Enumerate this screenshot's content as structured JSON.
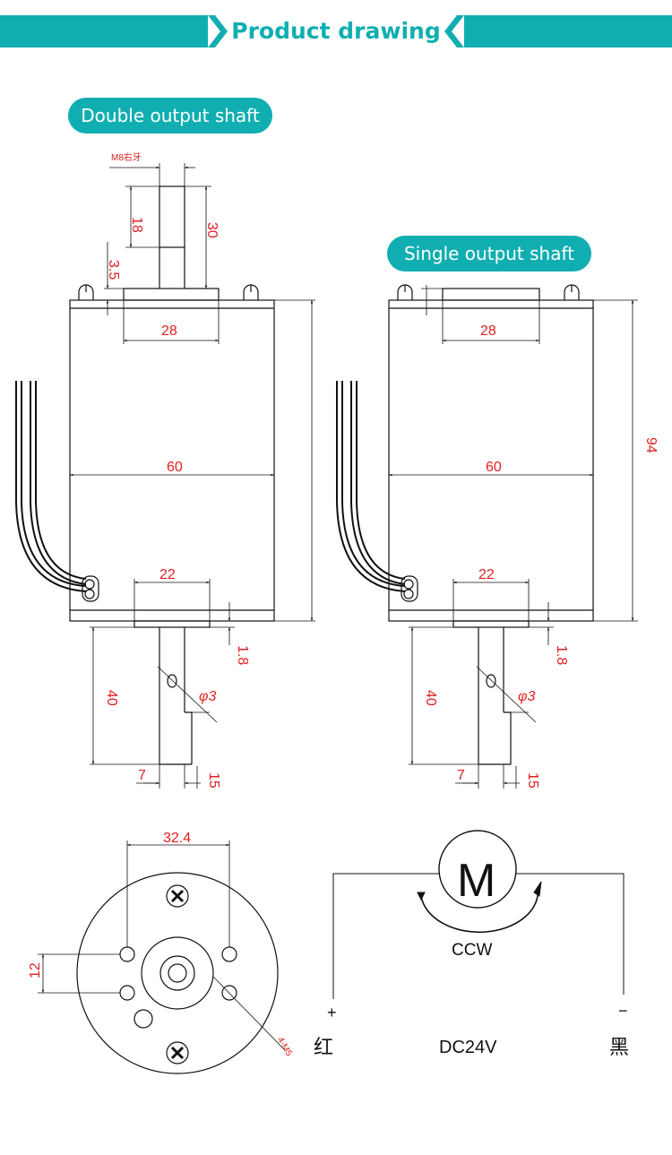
{
  "header": {
    "title": "Product drawing"
  },
  "labels": {
    "double_shaft": "Double output shaft",
    "single_shaft": "Single output shaft"
  },
  "dimensions": {
    "thread": "M8右牙",
    "d18": "18",
    "d30": "30",
    "d3_5": "3.5",
    "d28": "28",
    "d60": "60",
    "d22": "22",
    "d94": "94",
    "d1_8": "1.8",
    "d40": "40",
    "phi3": "φ3",
    "d7": "7",
    "d15": "15",
    "d32_4": "32.4",
    "d12": "12",
    "holes": "4-M5"
  },
  "circuit": {
    "motor": "M",
    "direction": "CCW",
    "plus": "+",
    "minus": "−",
    "red": "红",
    "black": "黑",
    "voltage": "DC24V"
  },
  "colors": {
    "accent": "#10aeb1",
    "dimension": "#e02020",
    "line": "#111111"
  }
}
